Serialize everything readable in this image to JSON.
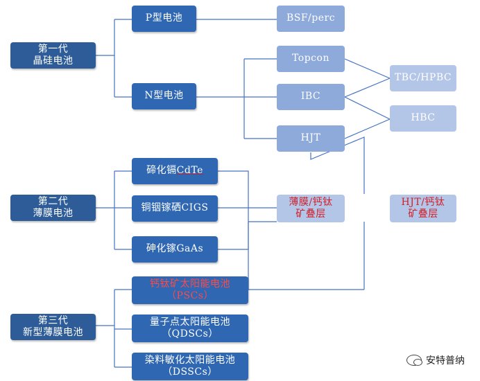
{
  "gen1": {
    "line1": "第一代",
    "line2": "晶硅电池"
  },
  "gen2": {
    "line1": "第二代",
    "line2": "薄膜电池"
  },
  "gen3": {
    "line1": "第三代",
    "line2": "新型薄膜电池"
  },
  "p_cell": "P型电池",
  "n_cell": "N型电池",
  "bsf": "BSF/perc",
  "topcon": "Topcon",
  "ibc": "IBC",
  "hjt": "HJT",
  "tbc": "TBC/HPBC",
  "hbc": "HBC",
  "cdte": {
    "prefix": "碲化镉",
    "suffix": "CdTe"
  },
  "cigs": "铜铟镓硒CIGS",
  "gaas": "砷化镓GaAs",
  "psc": {
    "line1": "钙钛矿太阳能电池",
    "line2": "（PSCs）"
  },
  "qdsc": {
    "line1": "量子点太阳能电池",
    "line2": "（QDSCs）"
  },
  "dssc": {
    "line1": "染料敏化太阳能电池",
    "line2": "（DSSCs）"
  },
  "tandem_film": {
    "line1": "薄膜/钙钛",
    "line2": "矿叠层"
  },
  "tandem_hjt": {
    "line1": "HJT/钙钛",
    "line2": "矿叠层"
  },
  "watermark": "安特普纳",
  "colors": {
    "dark": "#2e5c98",
    "mid": "#2f67b2",
    "light": "#8eaadb",
    "pale": "#b4c6e7",
    "accent_red": "#d0202a",
    "line": "#4472c4"
  }
}
